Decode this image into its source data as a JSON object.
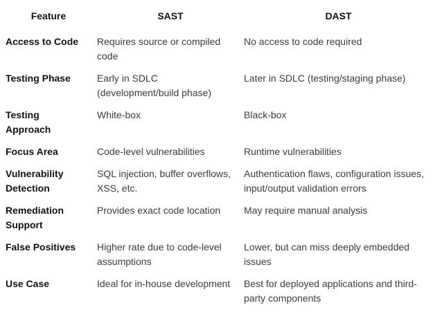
{
  "colors": {
    "background": "#ffffff",
    "header_text": "#111111",
    "feature_text": "#111111",
    "cell_text": "#3b3b3b"
  },
  "table": {
    "headers": [
      {
        "label": "Feature"
      },
      {
        "label": "SAST"
      },
      {
        "label": "DAST"
      }
    ],
    "rows": [
      {
        "feature": "Access to Code",
        "sast": "Requires source or compiled code",
        "dast": "No access to code required"
      },
      {
        "feature": "Testing Phase",
        "sast": "Early in SDLC (development/build phase)",
        "dast": "Later in SDLC (testing/staging phase)"
      },
      {
        "feature": "Testing Approach",
        "sast": "White-box",
        "dast": "Black-box"
      },
      {
        "feature": "Focus Area",
        "sast": "Code-level vulnerabilities",
        "dast": "Runtime vulnerabilities"
      },
      {
        "feature": "Vulnerability Detection",
        "sast": "SQL injection, buffer overflows, XSS, etc.",
        "dast": "Authentication flaws, configuration issues, input/output validation errors"
      },
      {
        "feature": "Remediation Support",
        "sast": "Provides exact code location",
        "dast": "May require manual analysis"
      },
      {
        "feature": "False Positives",
        "sast": "Higher rate due to code-level assumptions",
        "dast": "Lower, but can miss deeply embedded issues"
      },
      {
        "feature": "Use Case",
        "sast": "Ideal for in-house development",
        "dast": "Best for deployed applications and third-party components"
      }
    ]
  }
}
